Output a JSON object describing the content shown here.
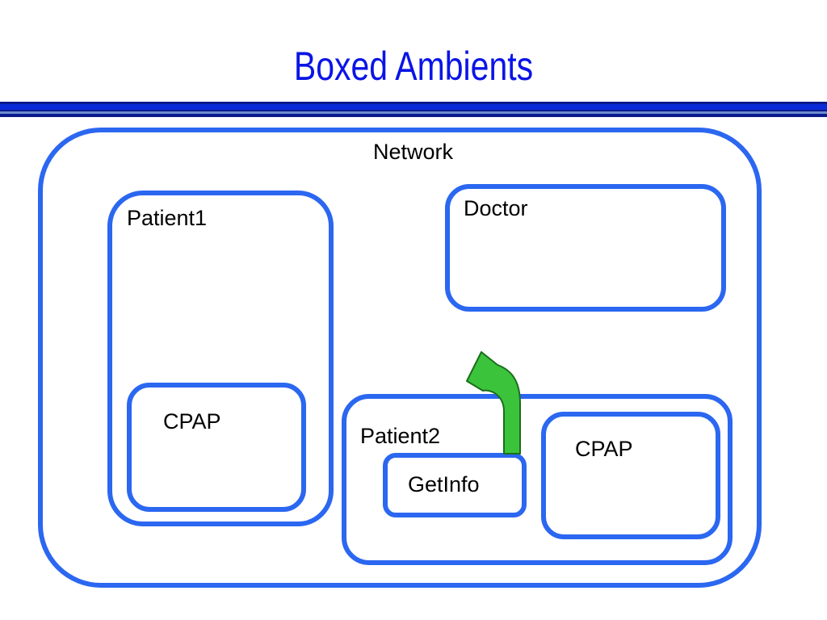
{
  "title": "Boxed Ambients",
  "labels": {
    "network": "Network",
    "patient1": "Patient1",
    "patient1_cpap": "CPAP",
    "doctor": "Doctor",
    "patient2": "Patient2",
    "getinfo": "GetInfo",
    "patient2_cpap": "CPAP"
  },
  "colors": {
    "title": "#0a14e6",
    "box_border": "#2b67f0",
    "arrow_fill": "#3cc33c",
    "arrow_stroke": "#1a6e1a"
  }
}
